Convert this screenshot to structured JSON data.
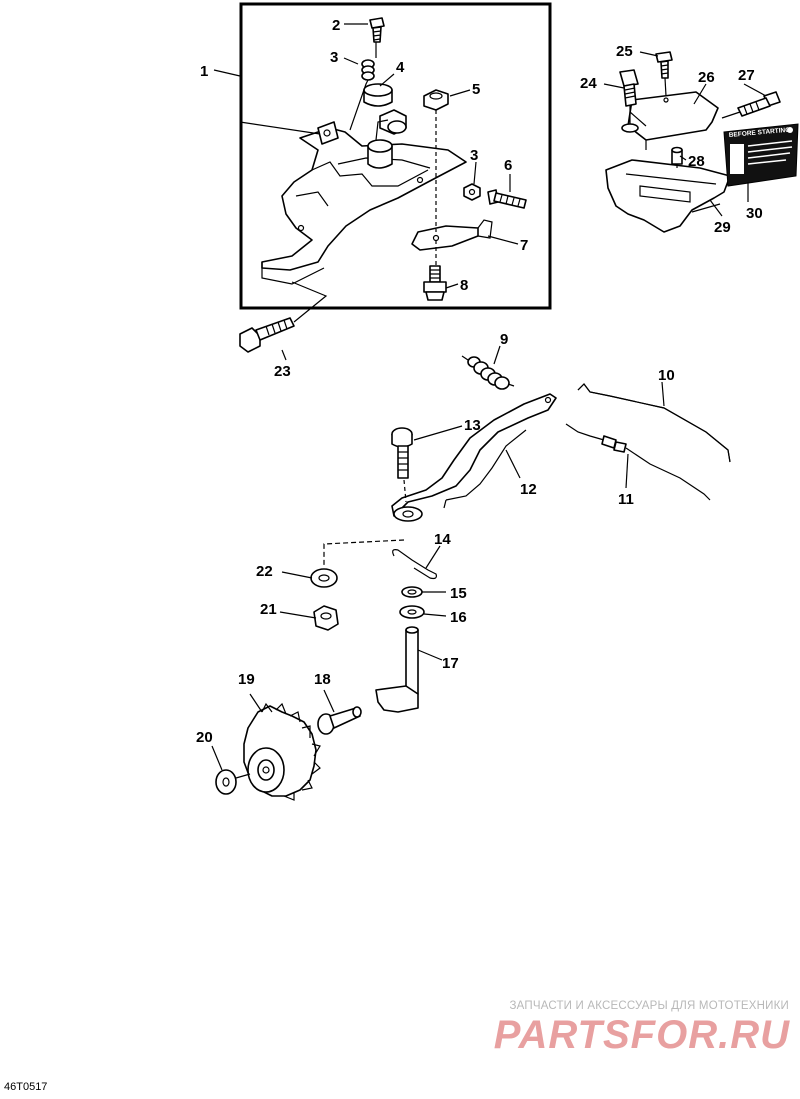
{
  "callouts": {
    "c1": "1",
    "c2": "2",
    "c3a": "3",
    "c3b": "3",
    "c4": "4",
    "c5": "5",
    "c6": "6",
    "c7": "7",
    "c8": "8",
    "c9": "9",
    "c10": "10",
    "c11": "11",
    "c12": "12",
    "c13": "13",
    "c14": "14",
    "c15": "15",
    "c16": "16",
    "c17": "17",
    "c18": "18",
    "c19": "19",
    "c20": "20",
    "c21": "21",
    "c22": "22",
    "c23": "23",
    "c24": "24",
    "c25": "25",
    "c26": "26",
    "c27": "27",
    "c28": "28",
    "c29": "29",
    "c30": "30"
  },
  "decal": {
    "title": "BEFORE STARTING"
  },
  "watermark": {
    "top_text": "ЗАПЧАСТИ И АКСЕССУАРЫ ДЛЯ МОТОТЕХНИКИ",
    "brand": "PARTSFOR.RU"
  },
  "figure_code": "46T0517"
}
